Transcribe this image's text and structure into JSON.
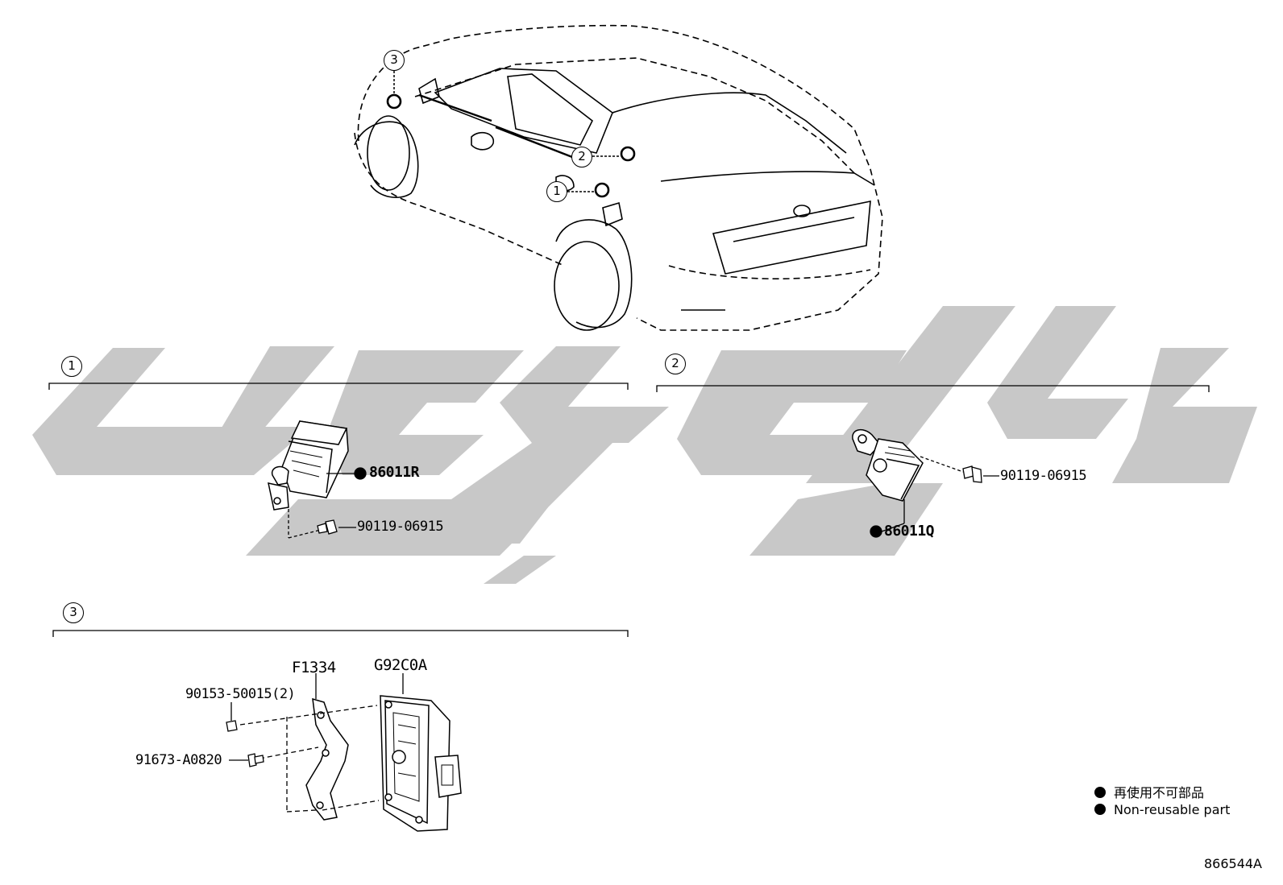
{
  "callouts": {
    "c1": "1",
    "c2": "2",
    "c3": "3"
  },
  "sections": {
    "s1": {
      "number": "1",
      "part_main": "86011R",
      "bolt": "90119-06915"
    },
    "s2": {
      "number": "2",
      "part_main": "86011Q",
      "bolt": "90119-06915"
    },
    "s3": {
      "number": "3",
      "bracket": "F1334",
      "unit": "G92C0A",
      "screw_a": "90153-50015(2)",
      "screw_b": "91673-A0820"
    }
  },
  "legend": {
    "jp": "再使用不可部品",
    "en": "Non-reusable part"
  },
  "doc_number": "866544A",
  "colors": {
    "line": "#000000",
    "watermark": "#c8c8c8"
  }
}
